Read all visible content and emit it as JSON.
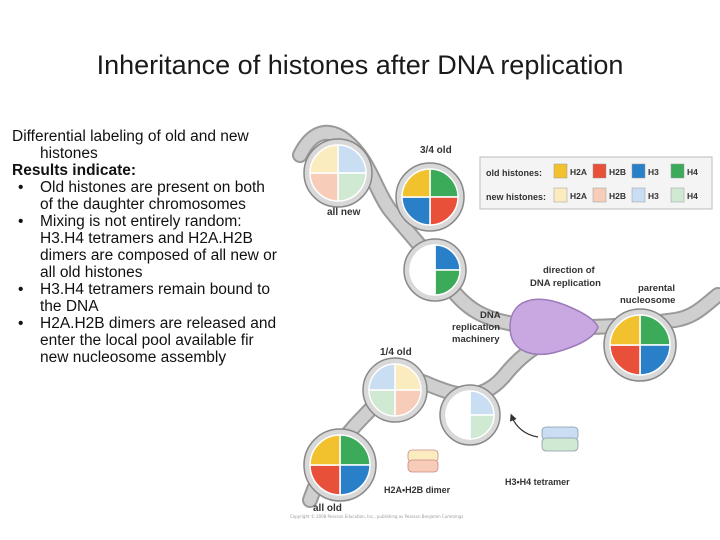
{
  "slide": {
    "title": "Inheritance of histones after DNA replication",
    "intro_line1": "Differential labeling of old and new",
    "intro_line2": "histones",
    "results_heading": "Results indicate:",
    "bullets": [
      [
        "Old histones are present on both",
        "of the daughter chromosomes"
      ],
      [
        "Mixing is not entirely random:",
        "H3.H4 tetramers and H2A.H2B",
        "dimers are composed of all new or",
        "all old histones"
      ],
      [
        "H3.H4 tetramers remain bound to",
        "the DNA"
      ],
      [
        "H2A.H2B dimers are released and",
        "enter the local pool available fir",
        "new nucleosome assembly"
      ]
    ]
  },
  "diagram": {
    "labels": {
      "three_quarter_old": "3/4 old",
      "all_new": "all new",
      "direction": "direction of DNA replication",
      "direction_line1": "direction of",
      "direction_line2": "DNA replication",
      "parental_line1": "parental",
      "parental_line2": "nucleosome",
      "machinery_line1": "DNA",
      "machinery_line2": "replication",
      "machinery_line3": "machinery",
      "one_quarter_old": "1/4 old",
      "all_old": "all old",
      "dimer": "H2A•H2B dimer",
      "tetramer": "H3•H4 tetramer",
      "copyright": "Copyright © 2008 Pearson Education, Inc., publishing as Pearson Benjamin Cummings"
    },
    "legend": {
      "old_label": "old histones:",
      "new_label": "new histones:",
      "names": [
        "H2A",
        "H2B",
        "H3",
        "H4"
      ],
      "old_colors": [
        "#f2c12e",
        "#e8503a",
        "#2a7fc9",
        "#3bab5a"
      ],
      "new_colors": [
        "#fbecc0",
        "#f7cdb9",
        "#c9def3",
        "#cfe9d2"
      ]
    },
    "colors": {
      "dna": "#cfcfcf",
      "dna_edge": "#9a9a9a",
      "machinery": "#c9a8e2"
    }
  }
}
